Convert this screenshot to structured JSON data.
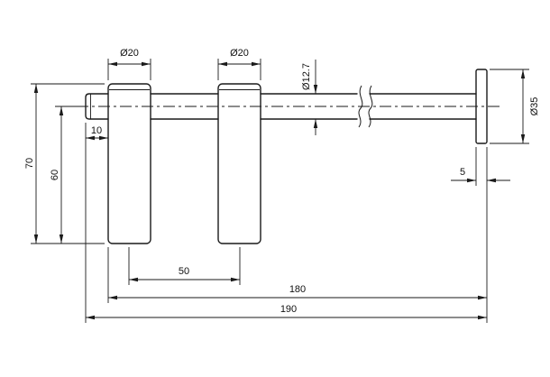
{
  "labels": {
    "post1_diameter": "Ø20",
    "post2_diameter": "Ø20",
    "rod_diameter": "Ø12.7",
    "flange_diameter": "Ø35",
    "overall_height": "70",
    "centerline_to_bottom_height": "60",
    "stub_length": "10",
    "post_spacing": "50",
    "length_to_flange": "180",
    "overall_length": "190",
    "flange_thickness": "5"
  },
  "colors": {
    "line": "#1a1a1a",
    "background": "#ffffff"
  }
}
